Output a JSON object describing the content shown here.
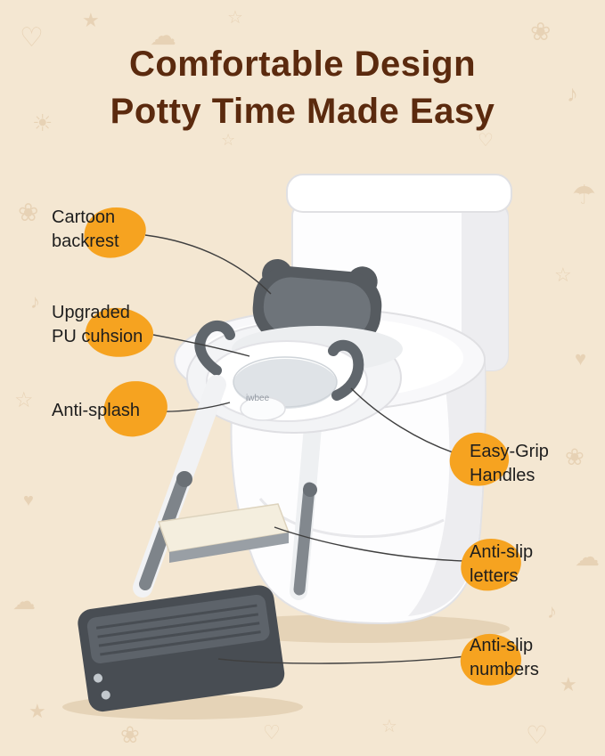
{
  "meta": {
    "bg_color": "#f4e7d2",
    "accent_color": "#f6a320",
    "title_color": "#5b2a0e",
    "text_color": "#1e1e1e"
  },
  "title": {
    "line1": "Comfortable Design",
    "line2": "Potty Time Made Easy"
  },
  "callouts": [
    {
      "id": "cartoon-backrest",
      "line1": "Cartoon",
      "line2": "backrest"
    },
    {
      "id": "upgraded-pu-cushion",
      "line1": "Upgraded",
      "line2": "PU cuhsion"
    },
    {
      "id": "anti-splash",
      "line1": "Anti-splash",
      "line2": ""
    },
    {
      "id": "easy-grip-handles",
      "line1": "Easy-Grip",
      "line2": "Handles"
    },
    {
      "id": "anti-slip-letters",
      "line1": "Anti-slip",
      "line2": "letters"
    },
    {
      "id": "anti-slip-numbers",
      "line1": "Anti-slip",
      "line2": "numbers"
    }
  ],
  "product": {
    "brand_text": "iwbee"
  },
  "decor": {
    "glyphs": [
      "♡",
      "★",
      "☁",
      "❀",
      "♪",
      "☂",
      "☆",
      "♥",
      "☀"
    ]
  }
}
